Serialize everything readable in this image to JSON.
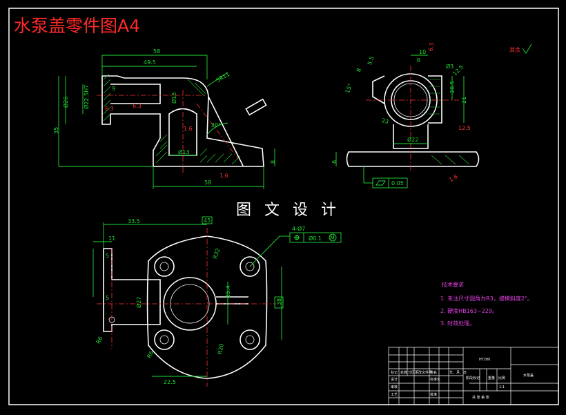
{
  "drawing_title": "水泵盖零件图A4",
  "watermark": "图 文 设 计",
  "roughness_note": "其余",
  "front_view": {
    "dims": {
      "top_overall": "58",
      "top_inner": "49.5",
      "dia_outer": "Ø26",
      "dia_bore": "Ø22.5H7",
      "depth": "9",
      "rough_1": "6.3",
      "rough_2": "6.3",
      "dia_15": "Ø15",
      "sphere": "SR11",
      "angle": "30°",
      "dia_13": "Ø13",
      "height": "35",
      "base_thick": "8",
      "bottom_len": "58",
      "rough_3": "1.6",
      "rough_4": "1.6"
    }
  },
  "side_view": {
    "dims": {
      "d10": "10",
      "d6": "6",
      "r_top": "6.3",
      "d8": "8",
      "d55": "5.5",
      "phi3": "Ø3",
      "d125": "12.5",
      "a15": "15°",
      "d205": "20.5",
      "d21": "21",
      "d23": "23",
      "phi22": "Ø22",
      "d6b": "6",
      "flatness": "0.05",
      "rough_5": "12.5",
      "rough_6": "1.6"
    }
  },
  "top_view": {
    "dims": {
      "d335": "33.5",
      "d45": "45",
      "d11": "11",
      "d5": "5",
      "phi27": "Ø27",
      "r32": "R32",
      "d254": "25.4",
      "d38": "38",
      "r6": "R6",
      "r5": "R6",
      "r20": "R20",
      "d225": "22.5",
      "holes": "4-Ø7",
      "position": "Ø0.1",
      "m": "M"
    }
  },
  "tech_notes": {
    "heading": "技术要求",
    "items": [
      "1. 未注尺寸圆角为R3，拔模斜度2°。",
      "2. 硬度HB163~229。",
      "3. 时效处理。"
    ]
  },
  "title_block": {
    "material": "HT200",
    "part_name": "水泵盖",
    "scale": "1:1",
    "labels": [
      "标记",
      "处数",
      "分区",
      "更改文件号",
      "签名",
      "年、月、日",
      "设计",
      "标准化",
      "阶段标记",
      "重量",
      "比例",
      "审核",
      "工艺",
      "批准",
      "共 张 第 张"
    ]
  }
}
